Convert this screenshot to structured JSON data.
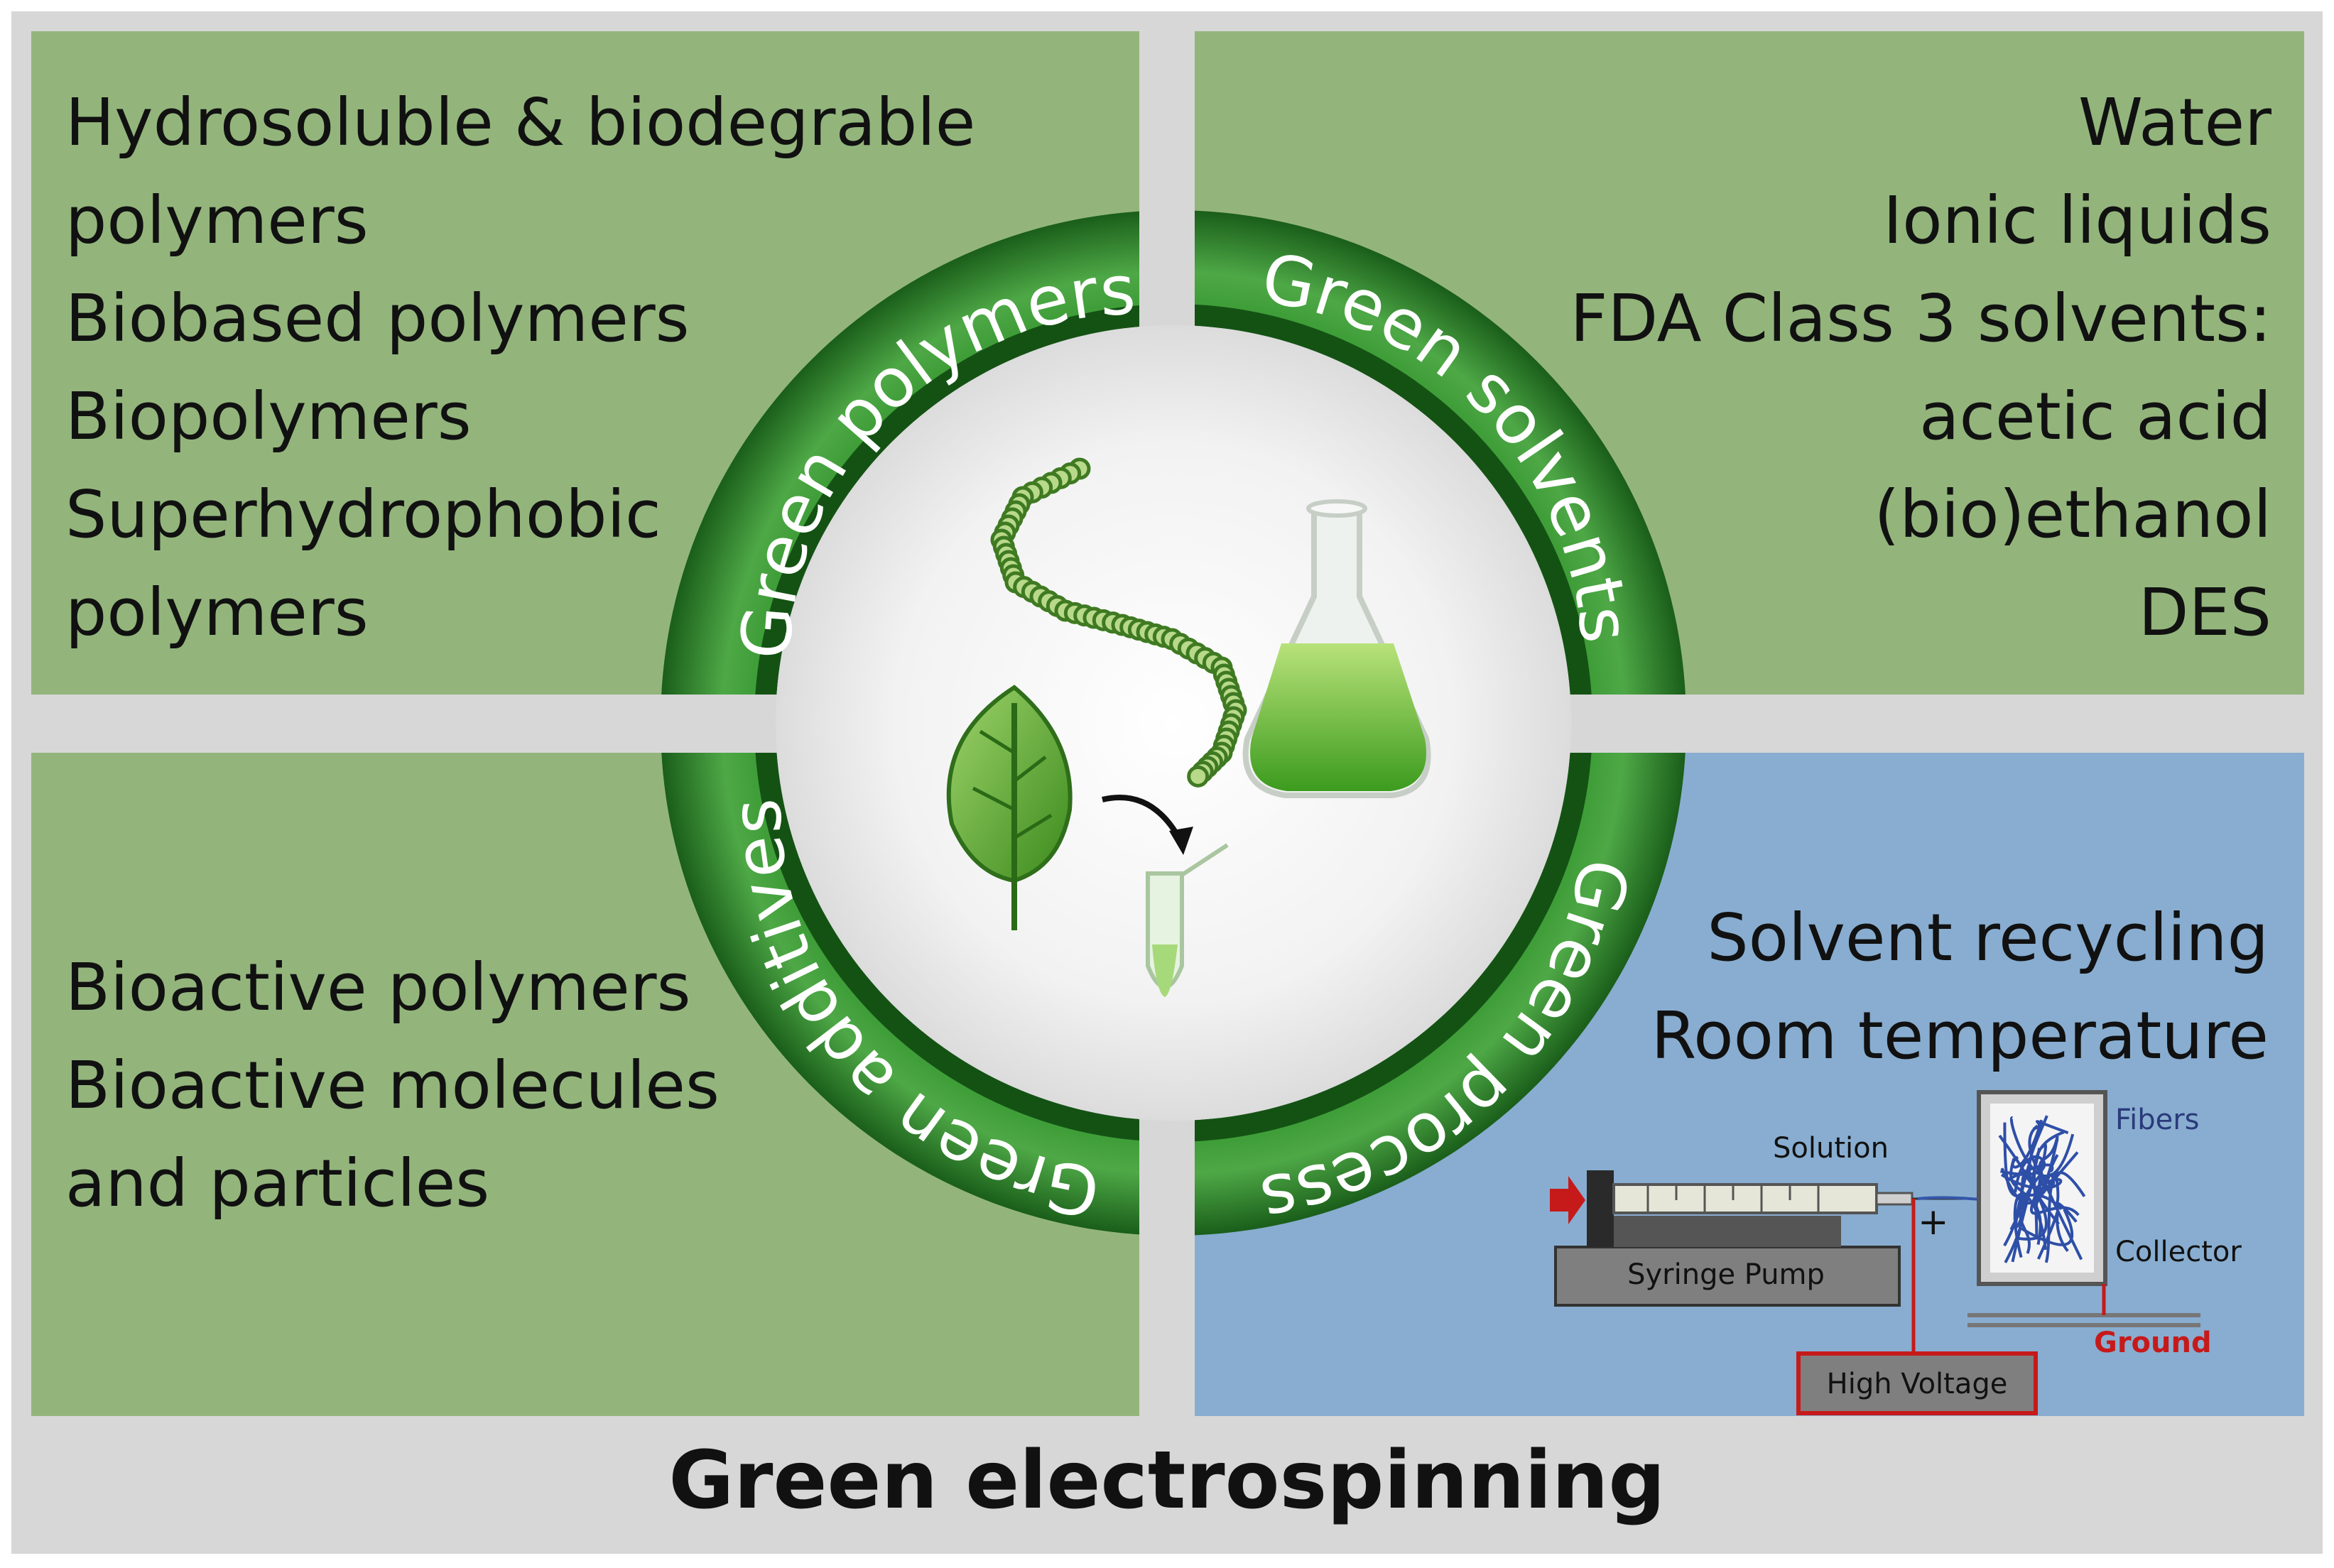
{
  "title": "Green electrospinning",
  "ring_labels": {
    "polymers": "Green polymers",
    "solvents": "Green solvents",
    "additives": "Green additives",
    "process": "Green process"
  },
  "quadrants": {
    "polymers": {
      "items": [
        "Hydrosoluble & biodegrable",
        "polymers",
        "Biobased polymers",
        "Biopolymers",
        "Superhydrophobic",
        "polymers"
      ]
    },
    "solvents": {
      "items": [
        "Water",
        "Ionic liquids",
        "FDA Class 3 solvents:",
        "acetic acid",
        "(bio)ethanol",
        "DES"
      ]
    },
    "additives": {
      "items": [
        "Bioactive polymers",
        "Bioactive molecules",
        "and particles"
      ]
    },
    "process": {
      "items": [
        "Solvent recycling",
        "Room temperature"
      ]
    }
  },
  "apparatus": {
    "solution": "Solution",
    "fibers": "Fibers",
    "collector": "Collector",
    "syringe_pump": "Syringe Pump",
    "ground": "Ground",
    "high_voltage": "High Voltage",
    "plus": "+"
  },
  "colors": {
    "quadrant_green": "#93b57c",
    "quadrant_blue": "#88add0",
    "ring_green": "#2f8a2c",
    "frame_gray": "#d7d7d7",
    "ground_red": "#cc1d1d"
  },
  "icons": [
    "polymer-chain-icon",
    "erlenmeyer-flask-icon",
    "leaf-icon",
    "arrow-icon",
    "test-tube-icon"
  ]
}
